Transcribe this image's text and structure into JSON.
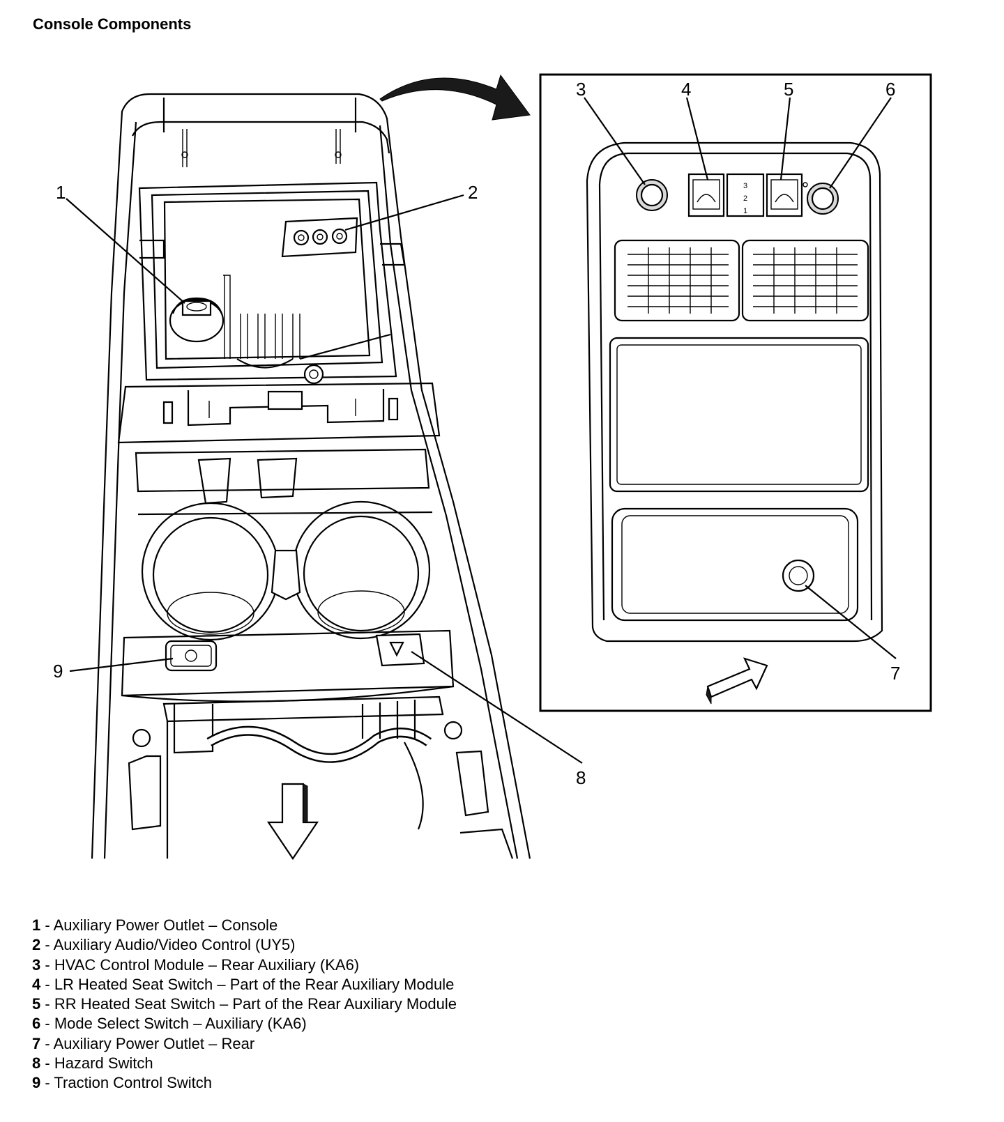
{
  "title": "Console Components",
  "callouts": {
    "c1": "1",
    "c2": "2",
    "c3": "3",
    "c4": "4",
    "c5": "5",
    "c6": "6",
    "c7": "7",
    "c8": "8",
    "c9": "9"
  },
  "panel_switch_numbers": {
    "n3": "3",
    "n2": "2",
    "n1": "1"
  },
  "legend": [
    {
      "num": "1",
      "sep": " - ",
      "text": "Auxiliary Power Outlet – Console"
    },
    {
      "num": "2",
      "sep": " - ",
      "text": "Auxiliary Audio/Video Control (UY5)"
    },
    {
      "num": "3",
      "sep": " - ",
      "text": "HVAC Control Module – Rear Auxiliary (KA6)"
    },
    {
      "num": "4",
      "sep": " - ",
      "text": "LR Heated Seat Switch – Part of the Rear Auxiliary Module"
    },
    {
      "num": "5",
      "sep": " - ",
      "text": "RR Heated Seat Switch – Part of the Rear Auxiliary Module"
    },
    {
      "num": "6",
      "sep": " - ",
      "text": "Mode Select Switch – Auxiliary (KA6)"
    },
    {
      "num": "7",
      "sep": " - ",
      "text": "Auxiliary Power Outlet – Rear"
    },
    {
      "num": "8",
      "sep": " - ",
      "text": "Hazard Switch"
    },
    {
      "num": "9",
      "sep": " - ",
      "text": "Traction Control Switch"
    }
  ]
}
